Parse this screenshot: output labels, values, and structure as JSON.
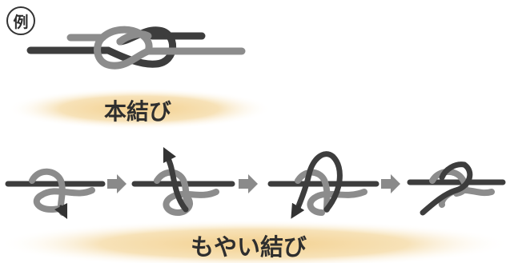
{
  "badge": "例",
  "sections": {
    "hon_musubi": {
      "label": "本結び"
    },
    "moyai_musubi": {
      "label": "もやい結び"
    }
  },
  "colors": {
    "dark_rope": "#3d3d3d",
    "light_rope": "#8c8c8c",
    "arrow": "#8a8a8a",
    "banner": "#f6ddaa",
    "text": "#2e2e2e"
  },
  "icons": [
    "rope-knot-illustration",
    "step-arrow-icon",
    "direction-arrow-icon"
  ]
}
